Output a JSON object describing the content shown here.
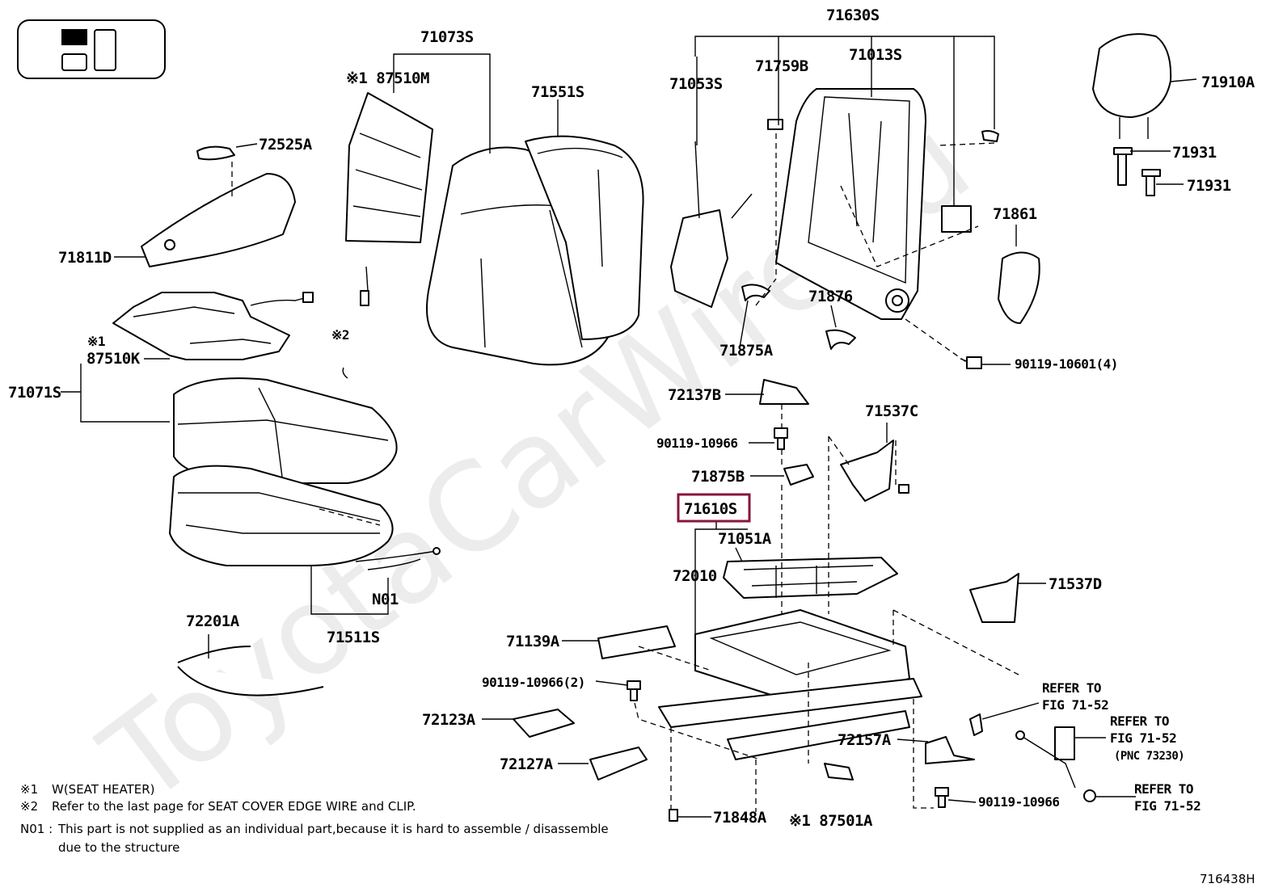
{
  "watermark": "ToyotaCarWire.ru",
  "diagram_code": "716438H",
  "highlight_color": "#8a1538",
  "labels": {
    "p71630S": "71630S",
    "p71073S": "71073S",
    "p87510M": "※1 87510M",
    "p71551S": "71551S",
    "p71759B": "71759B",
    "p71013S": "71013S",
    "p71053S": "71053S",
    "p71910A": "71910A",
    "p72525A": "72525A",
    "p71931a": "71931",
    "p71931b": "71931",
    "p71811D": "71811D",
    "p71861": "71861",
    "p71876": "71876",
    "p71875A": "71875A",
    "p87510K_mark": "※1",
    "p87510K": "87510K",
    "note2_mark": "※2",
    "p90119_10601": "90119-10601(4)",
    "p71071S": "71071S",
    "p72137B": "72137B",
    "p71537C": "71537C",
    "p90119_10966_a": "90119-10966",
    "p71875B": "71875B",
    "p71610S": "71610S",
    "p71051A": "71051A",
    "p72010": "72010",
    "p71537D": "71537D",
    "pN01": "N01",
    "p72201A": "72201A",
    "p71511S": "71511S",
    "p71139A": "71139A",
    "p90119_10966_2": "90119-10966(2)",
    "p72123A": "72123A",
    "p72127A": "72127A",
    "p72157A": "72157A",
    "p90119_10966_b": "90119-10966",
    "p71848A": "71848A",
    "p87501A": "※1 87501A",
    "refer1_a": "REFER TO",
    "refer1_b": "FIG 71-52",
    "refer2_a": "REFER TO",
    "refer2_b": "FIG 71-52",
    "refer2_c": "(PNC 73230)",
    "refer3_a": "REFER TO",
    "refer3_b": "FIG 71-52"
  },
  "notes": {
    "n1_mark": "※1",
    "n1_text": "W(SEAT HEATER)",
    "n2_mark": "※2",
    "n2_text": "Refer to the last page for SEAT COVER EDGE WIRE and CLIP.",
    "n3_mark": "N01 :",
    "n3_text1": "This part is not supplied as an individual part,because it is hard to assemble / disassemble",
    "n3_text2": "due to the structure"
  }
}
